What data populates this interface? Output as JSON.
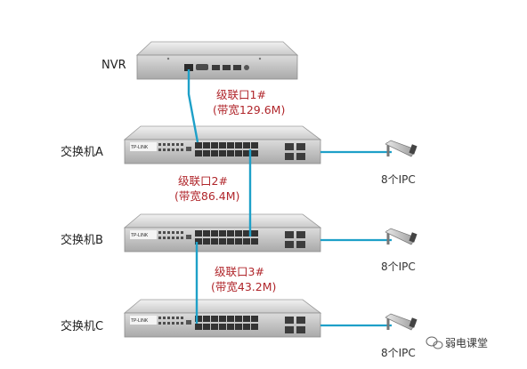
{
  "devices": {
    "nvr": {
      "label": "NVR"
    },
    "switch_a": {
      "label": "交换机A"
    },
    "switch_b": {
      "label": "交换机B"
    },
    "switch_c": {
      "label": "交换机C"
    }
  },
  "links": [
    {
      "line1": "级联口1#",
      "line2": "(带宽129.6M)"
    },
    {
      "line1": "级联口2#",
      "line2": "(带宽86.4M)"
    },
    {
      "line1": "级联口3#",
      "line2": "(带宽43.2M)"
    }
  ],
  "ipc": [
    {
      "label": "8个IPC"
    },
    {
      "label": "8个IPC"
    },
    {
      "label": "8个IPC"
    }
  ],
  "brand": {
    "logo_text": "TP-LINK"
  },
  "watermark": {
    "text": "弱电课堂"
  },
  "colors": {
    "cable": "#1ea0c8",
    "link_label": "#b0262b"
  },
  "icons": [
    "camera-icon",
    "wechat-icon"
  ]
}
